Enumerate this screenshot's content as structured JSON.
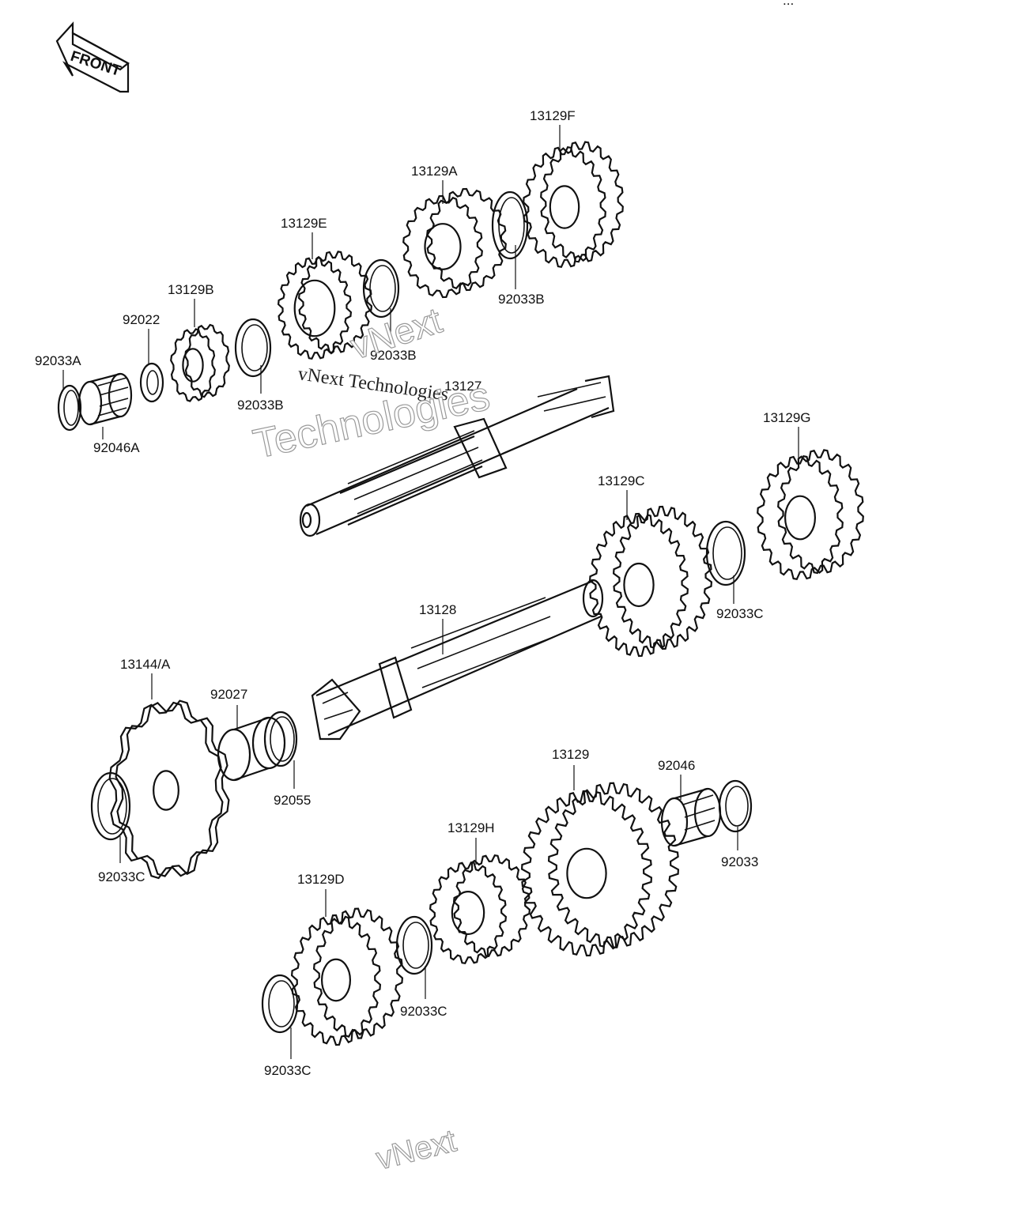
{
  "diagram": {
    "front_label": "FRONT",
    "corner_code": "..."
  },
  "parts": [
    {
      "id": "p13129F",
      "label": "13129F"
    },
    {
      "id": "p13129A",
      "label": "13129A"
    },
    {
      "id": "p13129E",
      "label": "13129E"
    },
    {
      "id": "p92033B_top",
      "label": "92033B"
    },
    {
      "id": "p13129B",
      "label": "13129B"
    },
    {
      "id": "p92022",
      "label": "92022"
    },
    {
      "id": "p92033A",
      "label": "92033A"
    },
    {
      "id": "p92033B_mid",
      "label": "92033B"
    },
    {
      "id": "p92033B_low",
      "label": "92033B"
    },
    {
      "id": "p92046A",
      "label": "92046A"
    },
    {
      "id": "p13127",
      "label": "13127"
    },
    {
      "id": "p13129G",
      "label": "13129G"
    },
    {
      "id": "p13129C",
      "label": "13129C"
    },
    {
      "id": "p92033C_right",
      "label": "92033C"
    },
    {
      "id": "p13128",
      "label": "13128"
    },
    {
      "id": "p13144A",
      "label": "13144/A"
    },
    {
      "id": "p92027",
      "label": "92027"
    },
    {
      "id": "p92055",
      "label": "92055"
    },
    {
      "id": "p13129",
      "label": "13129"
    },
    {
      "id": "p92046",
      "label": "92046"
    },
    {
      "id": "p92033",
      "label": "92033"
    },
    {
      "id": "p92033C_left",
      "label": "92033C"
    },
    {
      "id": "p13129H",
      "label": "13129H"
    },
    {
      "id": "p13129D",
      "label": "13129D"
    },
    {
      "id": "p92033C_mid",
      "label": "92033C"
    },
    {
      "id": "p92033C_bottom",
      "label": "92033C"
    }
  ],
  "watermark": {
    "line1": "vNext",
    "line2": "vNext Technologies",
    "line3": "Technologies",
    "line4": "vNext"
  }
}
